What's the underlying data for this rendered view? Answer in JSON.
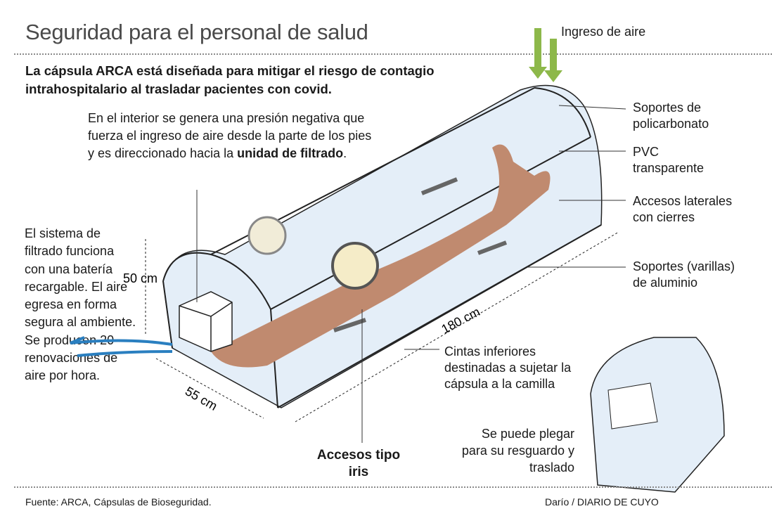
{
  "title": "Seguridad para el personal de salud",
  "subtitle": "La cápsula ARCA está diseñada para mitigar el riesgo de contagio intrahospitalario al trasladar pacientes con covid.",
  "interior_text": {
    "before": "En el interior se genera una presión negativa que fuerza el ingreso de aire desde la parte de los pies y es direccionado hacia la ",
    "bold": "unidad de filtrado",
    "after": "."
  },
  "filter_text": "El sistema de filtrado funciona con una batería recargable. El aire egresa en forma segura al ambiente. Se producen 20 renovaciones de aire por hora.",
  "labels": {
    "air_intake": "Ingreso de aire",
    "supports_poly": "Soportes de policarbonato",
    "pvc": "PVC transparente",
    "side_access": "Accesos laterales con cierres",
    "aluminum": "Soportes (varillas) de aluminio",
    "straps": "Cintas inferiores destinadas a sujetar la cápsula a la camilla",
    "iris": "Accesos tipo iris",
    "fold": "Se puede plegar para su resguardo y traslado"
  },
  "dimensions": {
    "height": "50 cm",
    "width": "55 cm",
    "length": "180 cm"
  },
  "footer": {
    "source": "Fuente:  ARCA, Cápsulas de Bioseguridad.",
    "credit": "Darío / DIARIO DE CUYO"
  },
  "colors": {
    "body": "#c08a6f",
    "air_in": "#8db84a",
    "air_out": "#2a7fc0",
    "capsule": "#e4eef8"
  }
}
